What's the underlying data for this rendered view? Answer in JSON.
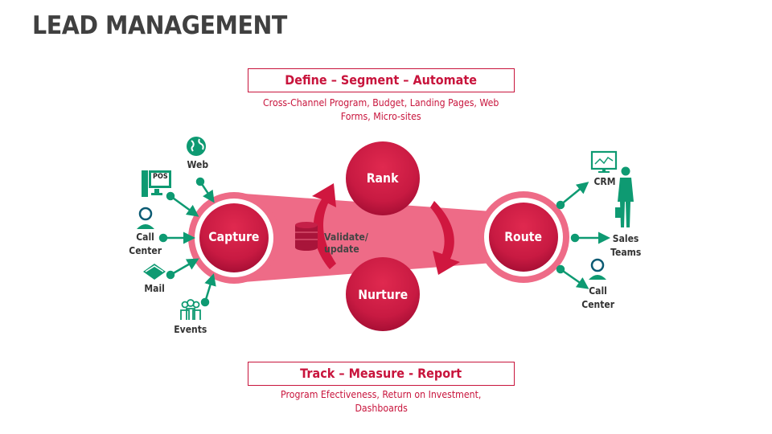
{
  "title": "LEAD MANAGEMENT",
  "top_section": {
    "heading": "Define – Segment – Automate",
    "description_line1": "Cross-Channel Program, Budget, Landing Pages, Web",
    "description_line2": "Forms, Micro-sites"
  },
  "bottom_section": {
    "heading": "Track – Measure - Report",
    "description_line1": "Program Efectiveness, Return on Investment,",
    "description_line2": "Dashboards"
  },
  "stages": {
    "capture": "Capture",
    "rank": "Rank",
    "nurture": "Nurture",
    "route": "Route",
    "validate": "Validate/ update"
  },
  "inputs": {
    "web": "Web",
    "pos": "POS",
    "call_center_line1": "Call",
    "call_center_line2": "Center",
    "mail": "Mail",
    "events": "Events"
  },
  "outputs": {
    "crm": "CRM",
    "sales_teams_line1": "Sales",
    "sales_teams_line2": "Teams",
    "call_center_line1": "Call",
    "call_center_line2": "Center"
  },
  "colors": {
    "accent": "#c8143c",
    "circle": "#c81f45",
    "funnel": "#ee6b87",
    "connector": "#0e9a72",
    "text_dark": "#404040"
  }
}
